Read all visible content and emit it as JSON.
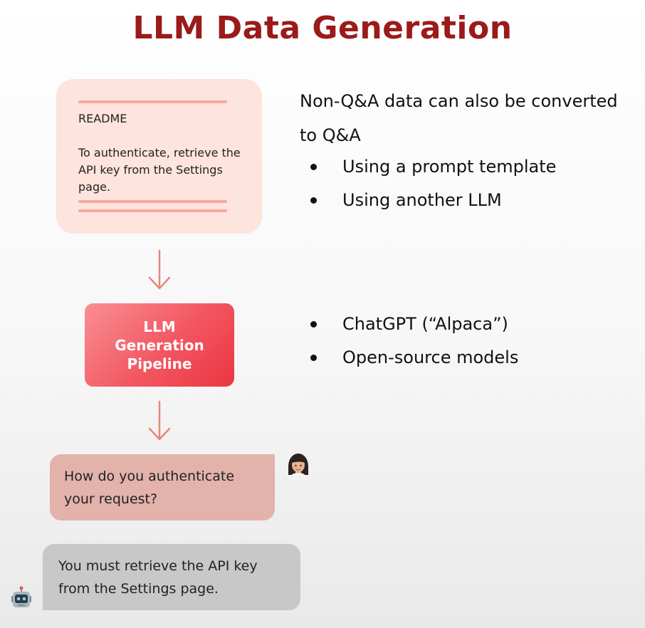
{
  "title": "LLM Data Generation",
  "readme": {
    "heading": "README",
    "body": "To authenticate, retrieve the API key from the Settings page."
  },
  "pipeline": {
    "label": "LLM\nGeneration\nPipeline"
  },
  "info": {
    "text": "Non-Q&A data can also be converted to Q&A",
    "bullets": [
      "Using a prompt template",
      "Using another LLM"
    ]
  },
  "models": {
    "bullets": [
      "ChatGPT (“Alpaca”)",
      "Open-source models"
    ]
  },
  "chat": {
    "question": "How do you authenticate your request?",
    "answer": "You must retrieve the API key from the Settings page."
  },
  "colors": {
    "title": "#9b1a1a",
    "readme_bg": "#fde4dc",
    "readme_lines": "#f7a89b",
    "arrow": "#e5877b",
    "pipeline": "#f25661",
    "user_bubble": "#e3b2ab",
    "bot_bubble": "#c8c8c8"
  },
  "icons": {
    "arrow": "arrow-down-icon",
    "user": "woman-avatar-icon",
    "bot": "robot-avatar-icon"
  }
}
